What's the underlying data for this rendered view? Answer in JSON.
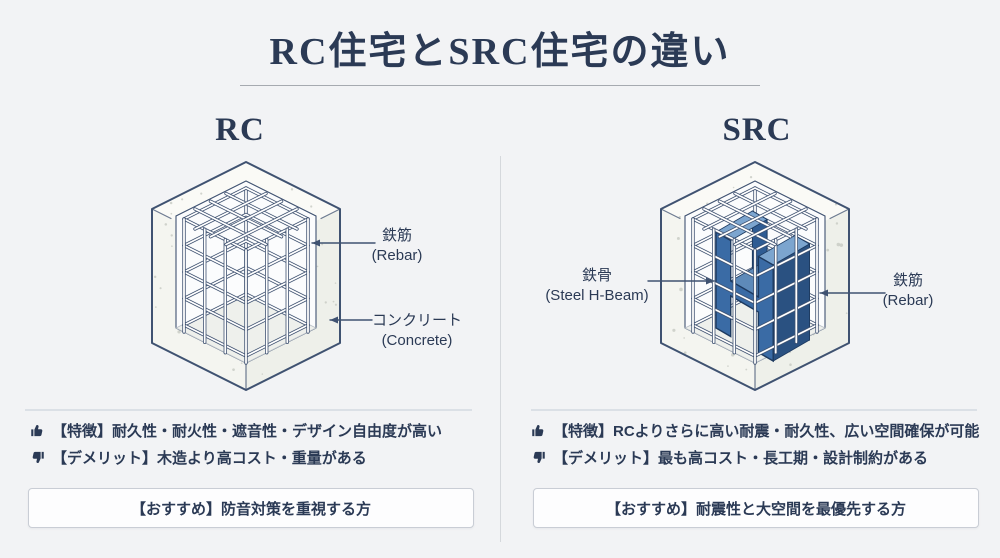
{
  "title": "RC住宅とSRC住宅の違い",
  "left": {
    "heading": "RC",
    "labels": {
      "rebar_jp": "鉄筋",
      "rebar_en": "(Rebar)",
      "concrete_jp": "コンクリート",
      "concrete_en": "(Concrete)"
    },
    "feature": "【特徴】耐久性・耐火性・遮音性・デザイン自由度が高い",
    "demerit": "【デメリット】木造より高コスト・重量がある",
    "recommend": "【おすすめ】防音対策を重視する方"
  },
  "right": {
    "heading": "SRC",
    "labels": {
      "steel_jp": "鉄骨",
      "steel_en": "(Steel H-Beam)",
      "rebar_jp": "鉄筋",
      "rebar_en": "(Rebar)"
    },
    "feature": "【特徴】RCよりさらに高い耐震・耐久性、広い空間確保が可能",
    "demerit": "【デメリット】最も高コスト・長工期・設計制約がある",
    "recommend": "【おすすめ】耐震性と大空間を最優先する方"
  },
  "icons": {
    "feature": "thumbs-up",
    "demerit": "thumbs-down"
  },
  "colors": {
    "background": "#f2f3f5",
    "navy": "#2b3a55",
    "line": "#3f5271",
    "concrete_top": "#fafaf6",
    "concrete_left": "#f4f5f0",
    "concrete_right": "#eef0ea",
    "cavity": "#fbfcfd",
    "floor": "#eef0ec",
    "speckle": "#c9ccc5",
    "beam_front": "#3a6ba5",
    "beam_back": "#2f5c93",
    "beam_top": "#7ca5cf",
    "beam_web": "#5e8ab9",
    "beam_side": "#2a5181",
    "beam_inner": "#24466f",
    "beam_outline": "#1d3a60",
    "divider": "#d5d8dc",
    "separator": "#dbe0e6",
    "underline": "#a6aab0",
    "box_border": "#c9cdd5",
    "box_bg": "#fdfdfe"
  }
}
